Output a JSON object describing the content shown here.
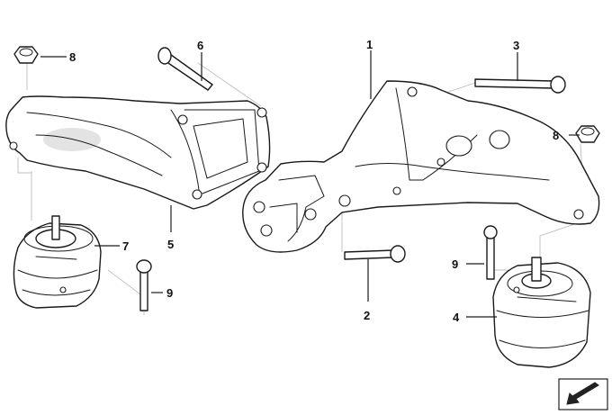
{
  "diagram": {
    "callouts": {
      "c1": "1",
      "c2": "2",
      "c3": "3",
      "c4": "4",
      "c5": "5",
      "c6": "6",
      "c7": "7",
      "c8_left": "8",
      "c8_right": "8",
      "c9_left": "9",
      "c9_right": "9"
    },
    "nav_icon": "arrow-down-left-icon"
  }
}
